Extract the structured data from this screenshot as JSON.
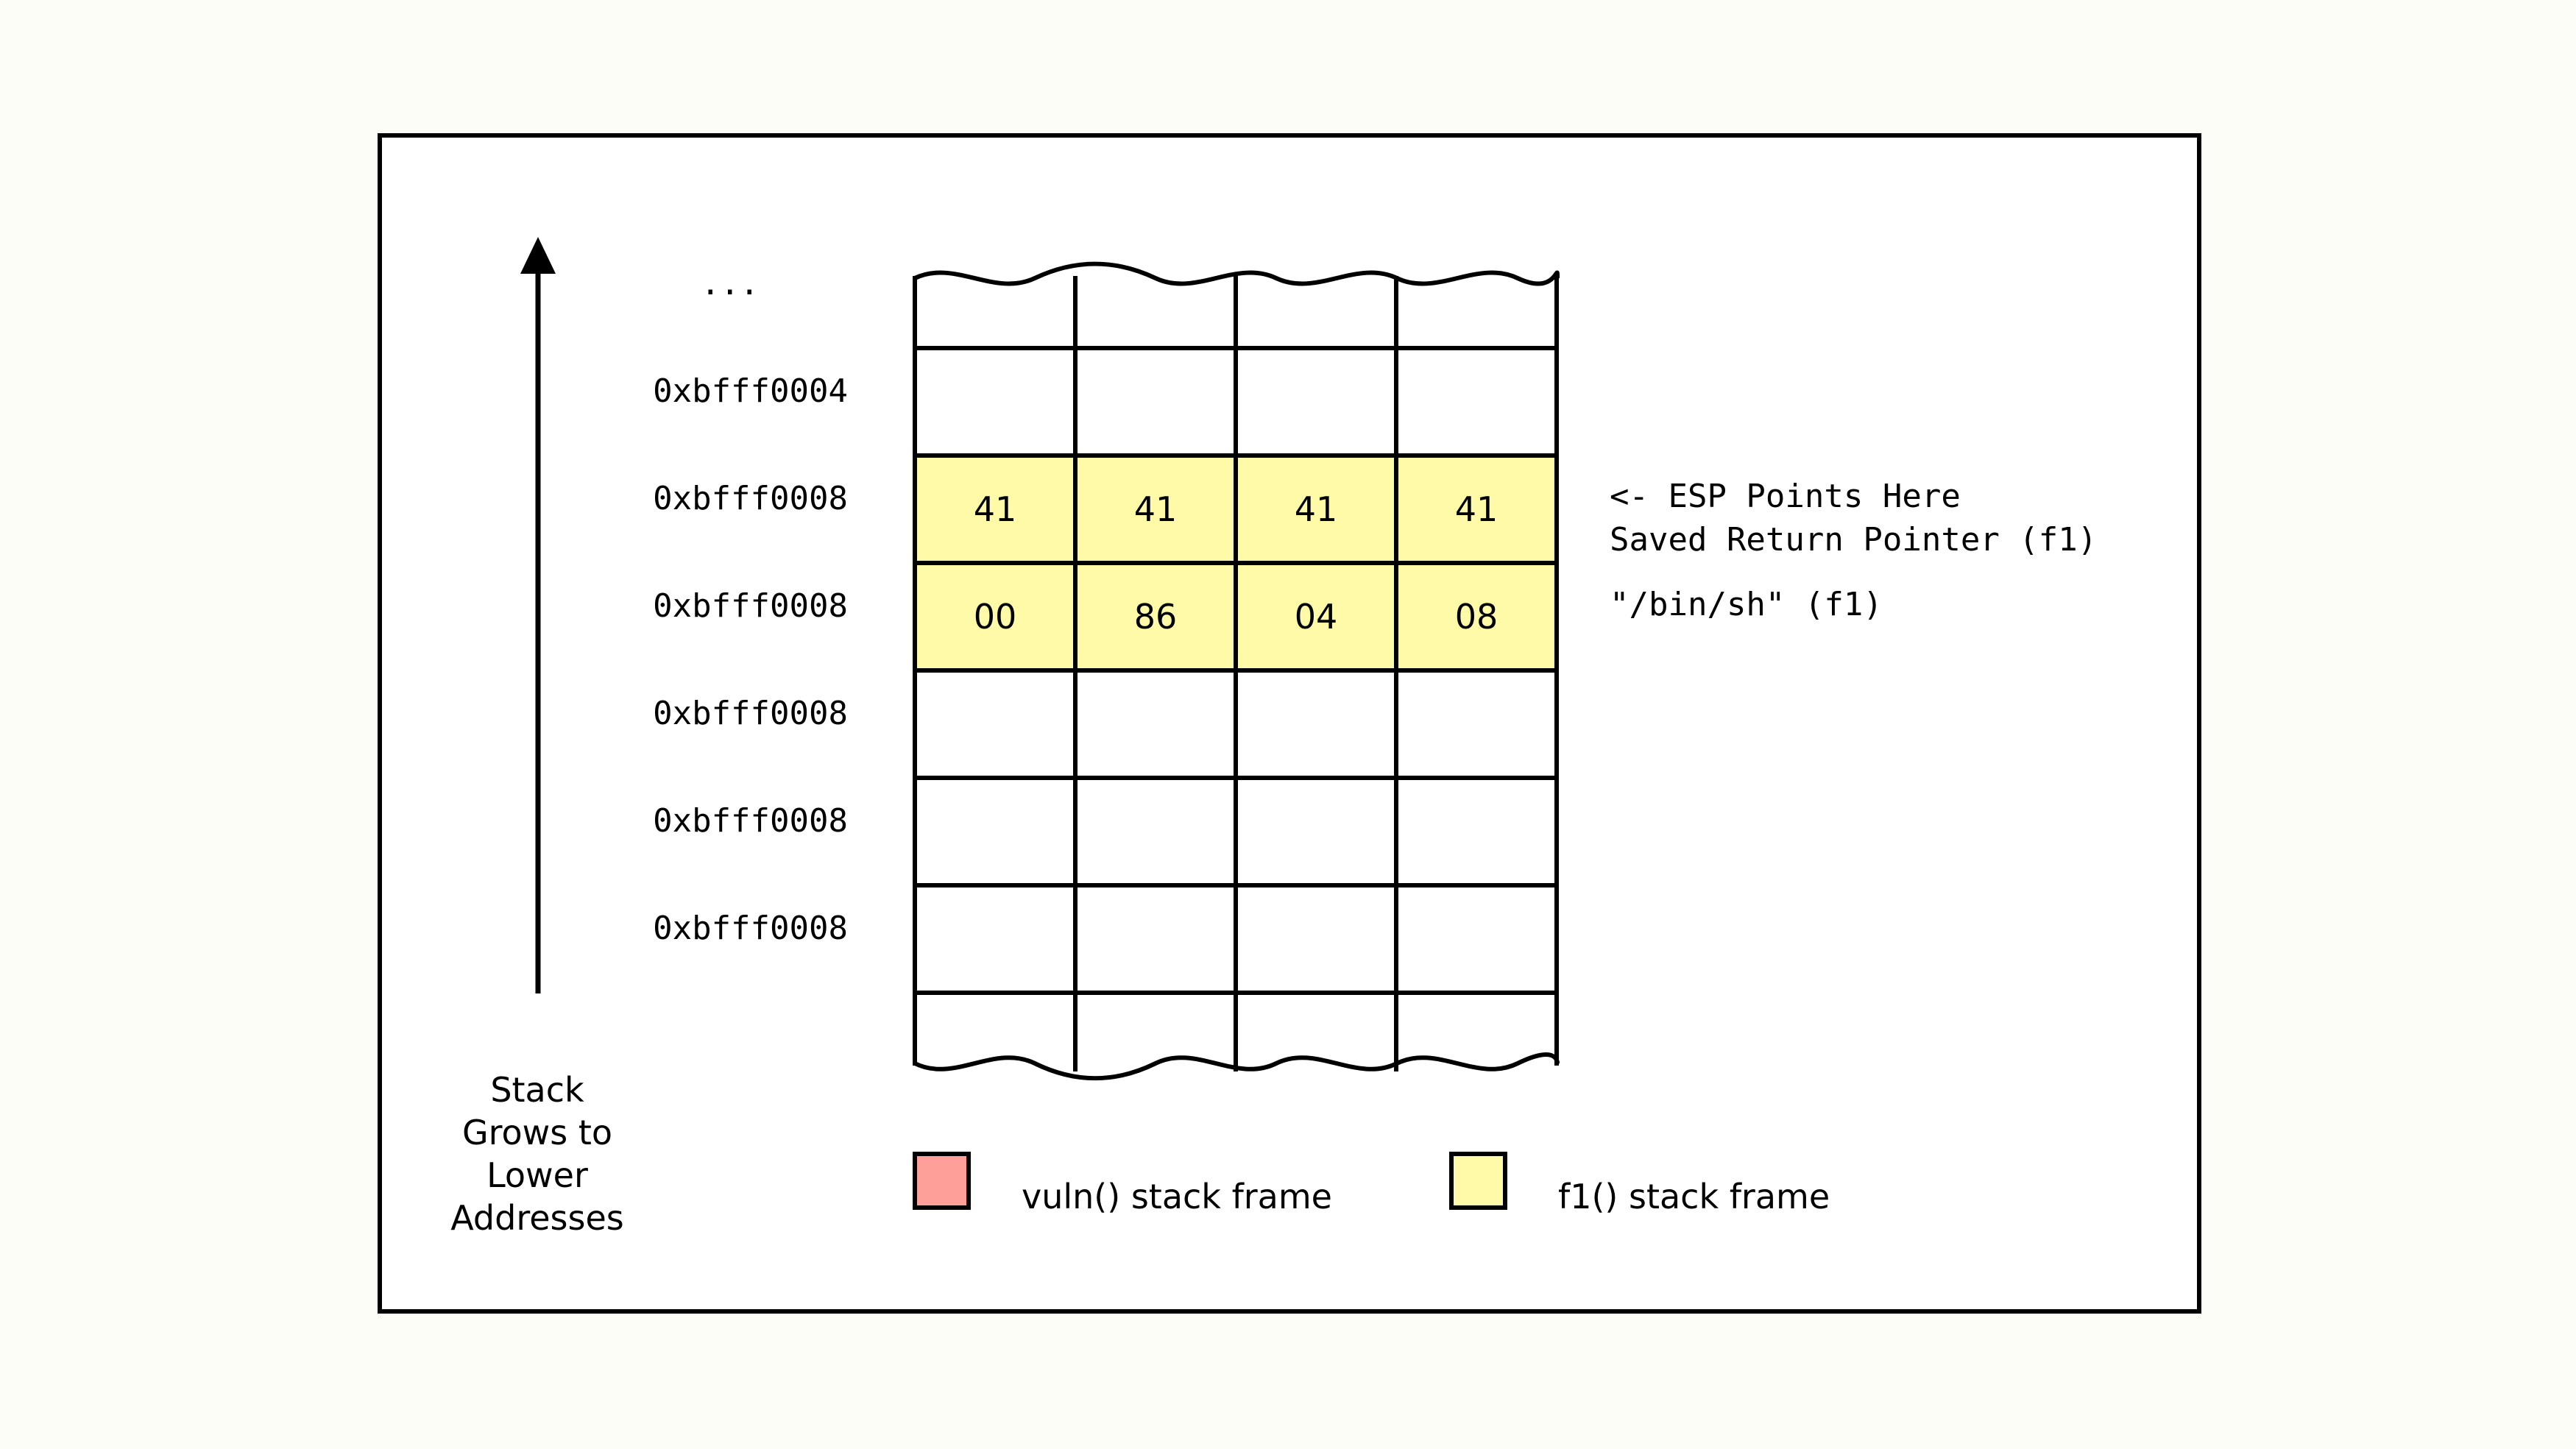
{
  "diagram": {
    "ellipsis": "...",
    "addresses": [
      "0xbfff0004",
      "0xbfff0008",
      "0xbfff0008",
      "0xbfff0008",
      "0xbfff0008",
      "0xbfff0008"
    ],
    "rows": [
      {
        "cells": [
          "",
          "",
          "",
          ""
        ],
        "color": "#ffffff"
      },
      {
        "cells": [
          "41",
          "41",
          "41",
          "41"
        ],
        "color": "#fffaa8"
      },
      {
        "cells": [
          "00",
          "86",
          "04",
          "08"
        ],
        "color": "#fffaa8"
      },
      {
        "cells": [
          "",
          "",
          "",
          ""
        ],
        "color": "#ffffff"
      },
      {
        "cells": [
          "",
          "",
          "",
          ""
        ],
        "color": "#ffffff"
      },
      {
        "cells": [
          "",
          "",
          "",
          ""
        ],
        "color": "#ffffff"
      }
    ],
    "annotations": {
      "esp": "<- ESP Points Here",
      "saved_ret": "Saved Return Pointer (f1)",
      "binsh": "\"/bin/sh\" (f1)"
    },
    "stack_label": [
      "Stack",
      "Grows to",
      "Lower",
      "Addresses"
    ],
    "legend": [
      {
        "label": "vuln() stack frame",
        "color": "#ff9f9a"
      },
      {
        "label": "f1() stack frame",
        "color": "#fffaa8"
      }
    ]
  }
}
